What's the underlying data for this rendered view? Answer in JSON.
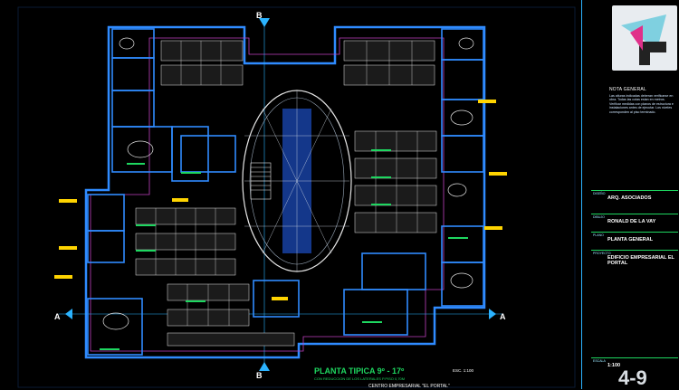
{
  "plan": {
    "title": "PLANTA TIPICA 9º - 17º",
    "subtitle": "CON REDUCCION DE LOS LATERALES P.PISO 0,70M",
    "scale": "ESC. 1:100",
    "footer": "CENTRO EMPRESARIAL \"EL PORTAL\""
  },
  "axes": {
    "a_left": "A",
    "a_right": "A",
    "b_top": "B",
    "b_bottom": "B"
  },
  "title_block": {
    "notes_heading": "NOTA GENERAL",
    "notes_body": "Las alturas indicadas deberan verificarse en obra. Todas las cotas estan en metros. Verificar medidas con planos de estructura e instalaciones antes de ejecutar. Los niveles corresponden al piso terminado.",
    "rows": [
      {
        "label": "DISEÑO",
        "value": "ARQ. ASOCIADOS"
      },
      {
        "label": "DIBUJO",
        "value": "RONALD DE LA VAY"
      },
      {
        "label": "PLANO",
        "value": "PLANTA GENERAL"
      },
      {
        "label": "PROYECTO",
        "value": "EDIFICIO EMPRESARIAL EL PORTAL"
      },
      {
        "label": "ESCALA",
        "value": "1:100"
      }
    ],
    "sheet": "4-9"
  },
  "colors": {
    "wall": "#2f8bff",
    "furniture": "#e6e6e6",
    "accent_green": "#1ed760",
    "highlight": "#ffd400",
    "grid": "#2bb3ff"
  }
}
